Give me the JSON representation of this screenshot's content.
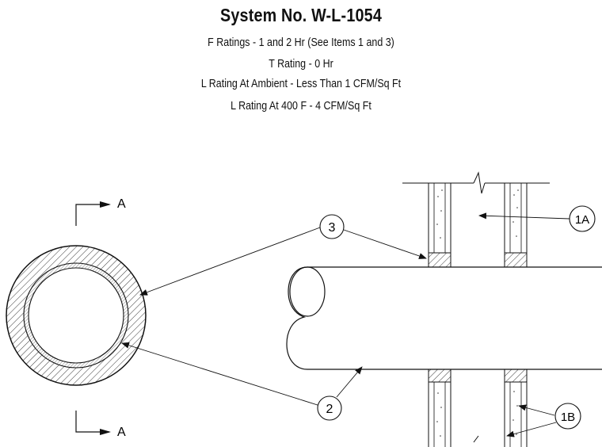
{
  "header": {
    "title": "System No. W-L-1054",
    "lines": [
      "F Ratings - 1 and 2 Hr (See Items 1 and 3)",
      "T Rating - 0 Hr",
      "L Rating At Ambient - Less Than 1 CFM/Sq Ft",
      "L Rating At 400 F - 4 CFM/Sq Ft"
    ]
  },
  "callouts": {
    "item_3": "3",
    "item_2": "2",
    "item_1a": "1A",
    "item_1b": "1B"
  },
  "section_marks": {
    "top": "A",
    "bottom": "A"
  }
}
